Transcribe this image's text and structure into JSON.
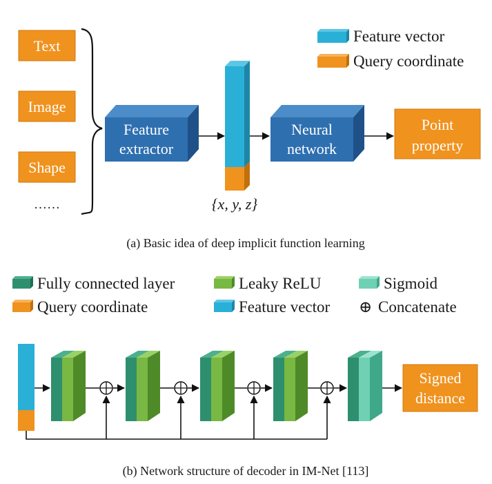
{
  "colors": {
    "orange": "#f0921e",
    "blue_front": "#2e6fb0",
    "blue_top": "#4c8cc8",
    "blue_side": "#1f5188",
    "cyan": "#2ab0d6",
    "fc_green": "#2e8f6e",
    "leaky_green": "#78b843",
    "sigmoid": "#6fd0b4",
    "arrow": "#111111"
  },
  "panel_a": {
    "inputs": [
      "Text",
      "Image",
      "Shape",
      "……"
    ],
    "feature_extractor": [
      "Feature",
      "extractor"
    ],
    "neural_network": [
      "Neural",
      "network"
    ],
    "output": [
      "Point",
      "property"
    ],
    "xyz_label": "{x, y, z}",
    "legend": {
      "feature_vector": "Feature vector",
      "query_coordinate": "Query coordinate"
    },
    "caption": "(a)  Basic idea of deep implicit function learning"
  },
  "panel_b": {
    "legend": {
      "fully_connected": "Fully connected layer",
      "leaky_relu": "Leaky ReLU",
      "sigmoid": "Sigmoid",
      "query_coordinate": "Query coordinate",
      "feature_vector": "Feature vector",
      "concatenate": "Concatenate",
      "concat_symbol": "⊕"
    },
    "output": [
      "Signed",
      "distance"
    ],
    "caption": "(b)  Network structure of decoder in IM-Net [113]"
  }
}
